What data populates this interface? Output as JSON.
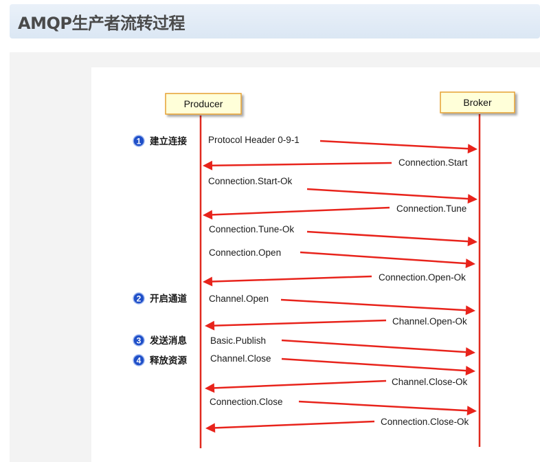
{
  "page_title": "AMQP生产者流转过程",
  "colors": {
    "arrow": "#e8231b",
    "lifeline": "#e02a1f",
    "box_fill": "#ffffd9",
    "box_border": "#e5a030",
    "step_badge": "#1f4fc8"
  },
  "participants": {
    "producer": "Producer",
    "broker": "Broker"
  },
  "steps": [
    {
      "num": "1",
      "label": "建立连接"
    },
    {
      "num": "2",
      "label": "开启通道"
    },
    {
      "num": "3",
      "label": "发送消息"
    },
    {
      "num": "4",
      "label": "释放资源"
    }
  ],
  "messages": [
    {
      "label": "Protocol Header 0-9-1",
      "direction": "to_broker"
    },
    {
      "label": "Connection.Start",
      "direction": "to_producer"
    },
    {
      "label": "Connection.Start-Ok",
      "direction": "to_broker"
    },
    {
      "label": "Connection.Tune",
      "direction": "to_producer"
    },
    {
      "label": "Connection.Tune-Ok",
      "direction": "to_broker"
    },
    {
      "label": "Connection.Open",
      "direction": "to_broker"
    },
    {
      "label": "Connection.Open-Ok",
      "direction": "to_producer"
    },
    {
      "label": "Channel.Open",
      "direction": "to_broker"
    },
    {
      "label": "Channel.Open-Ok",
      "direction": "to_producer"
    },
    {
      "label": "Basic.Publish",
      "direction": "to_broker"
    },
    {
      "label": "Channel.Close",
      "direction": "to_broker"
    },
    {
      "label": "Channel.Close-Ok",
      "direction": "to_producer"
    },
    {
      "label": "Connection.Close",
      "direction": "to_broker"
    },
    {
      "label": "Connection.Close-Ok",
      "direction": "to_producer"
    }
  ]
}
